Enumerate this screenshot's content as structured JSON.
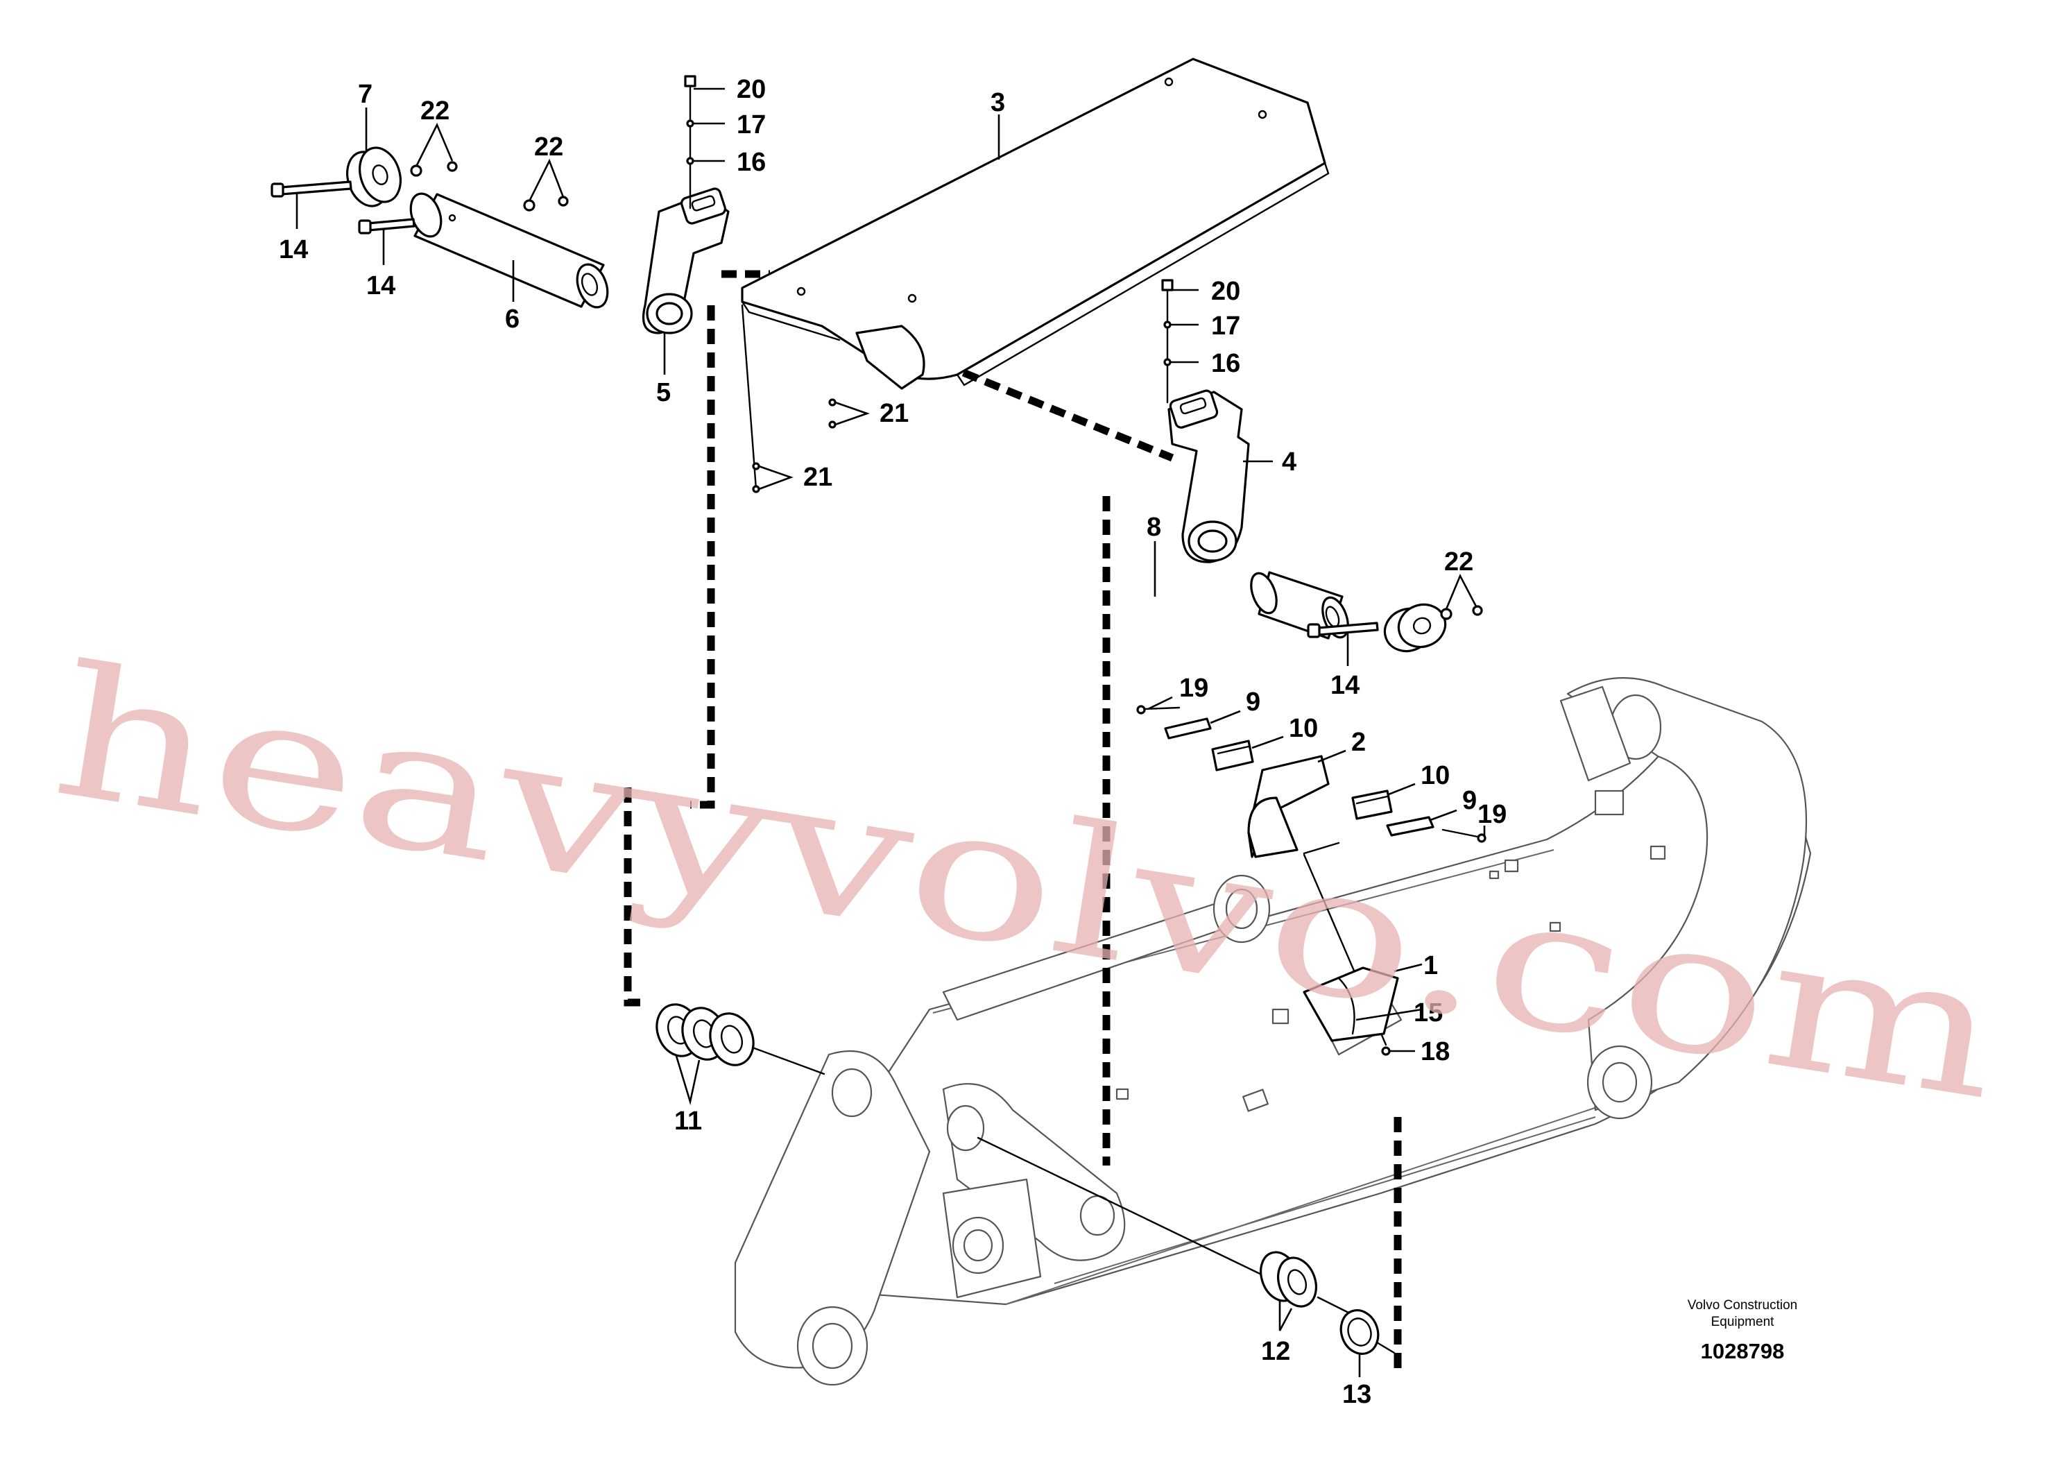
{
  "callouts": [
    {
      "id": "c20a",
      "label": "20"
    },
    {
      "id": "c17a",
      "label": "17"
    },
    {
      "id": "c16a",
      "label": "16"
    },
    {
      "id": "c3",
      "label": "3"
    },
    {
      "id": "c7",
      "label": "7"
    },
    {
      "id": "c22a",
      "label": "22"
    },
    {
      "id": "c22b",
      "label": "22"
    },
    {
      "id": "c14a",
      "label": "14"
    },
    {
      "id": "c14b",
      "label": "14"
    },
    {
      "id": "c6",
      "label": "6"
    },
    {
      "id": "c5",
      "label": "5"
    },
    {
      "id": "c20b",
      "label": "20"
    },
    {
      "id": "c17b",
      "label": "17"
    },
    {
      "id": "c16b",
      "label": "16"
    },
    {
      "id": "c21a",
      "label": "21"
    },
    {
      "id": "c21b",
      "label": "21"
    },
    {
      "id": "c4",
      "label": "4"
    },
    {
      "id": "c8",
      "label": "8"
    },
    {
      "id": "c22c",
      "label": "22"
    },
    {
      "id": "c14c",
      "label": "14"
    },
    {
      "id": "c19a",
      "label": "19"
    },
    {
      "id": "c9a",
      "label": "9"
    },
    {
      "id": "c10a",
      "label": "10"
    },
    {
      "id": "c2",
      "label": "2"
    },
    {
      "id": "c10b",
      "label": "10"
    },
    {
      "id": "c9b",
      "label": "9"
    },
    {
      "id": "c19b",
      "label": "19"
    },
    {
      "id": "c1",
      "label": "1"
    },
    {
      "id": "c15",
      "label": "15"
    },
    {
      "id": "c18",
      "label": "18"
    },
    {
      "id": "c11",
      "label": "11"
    },
    {
      "id": "c12",
      "label": "12"
    },
    {
      "id": "c13",
      "label": "13"
    }
  ],
  "footer": {
    "brand_line1": "Volvo Construction",
    "brand_line2": "Equipment",
    "document_number": "1028798"
  },
  "watermark": "heavyvolvo.com",
  "colors": {
    "line": "#000000",
    "watermark": "#e8b2b2",
    "background": "#ffffff"
  }
}
